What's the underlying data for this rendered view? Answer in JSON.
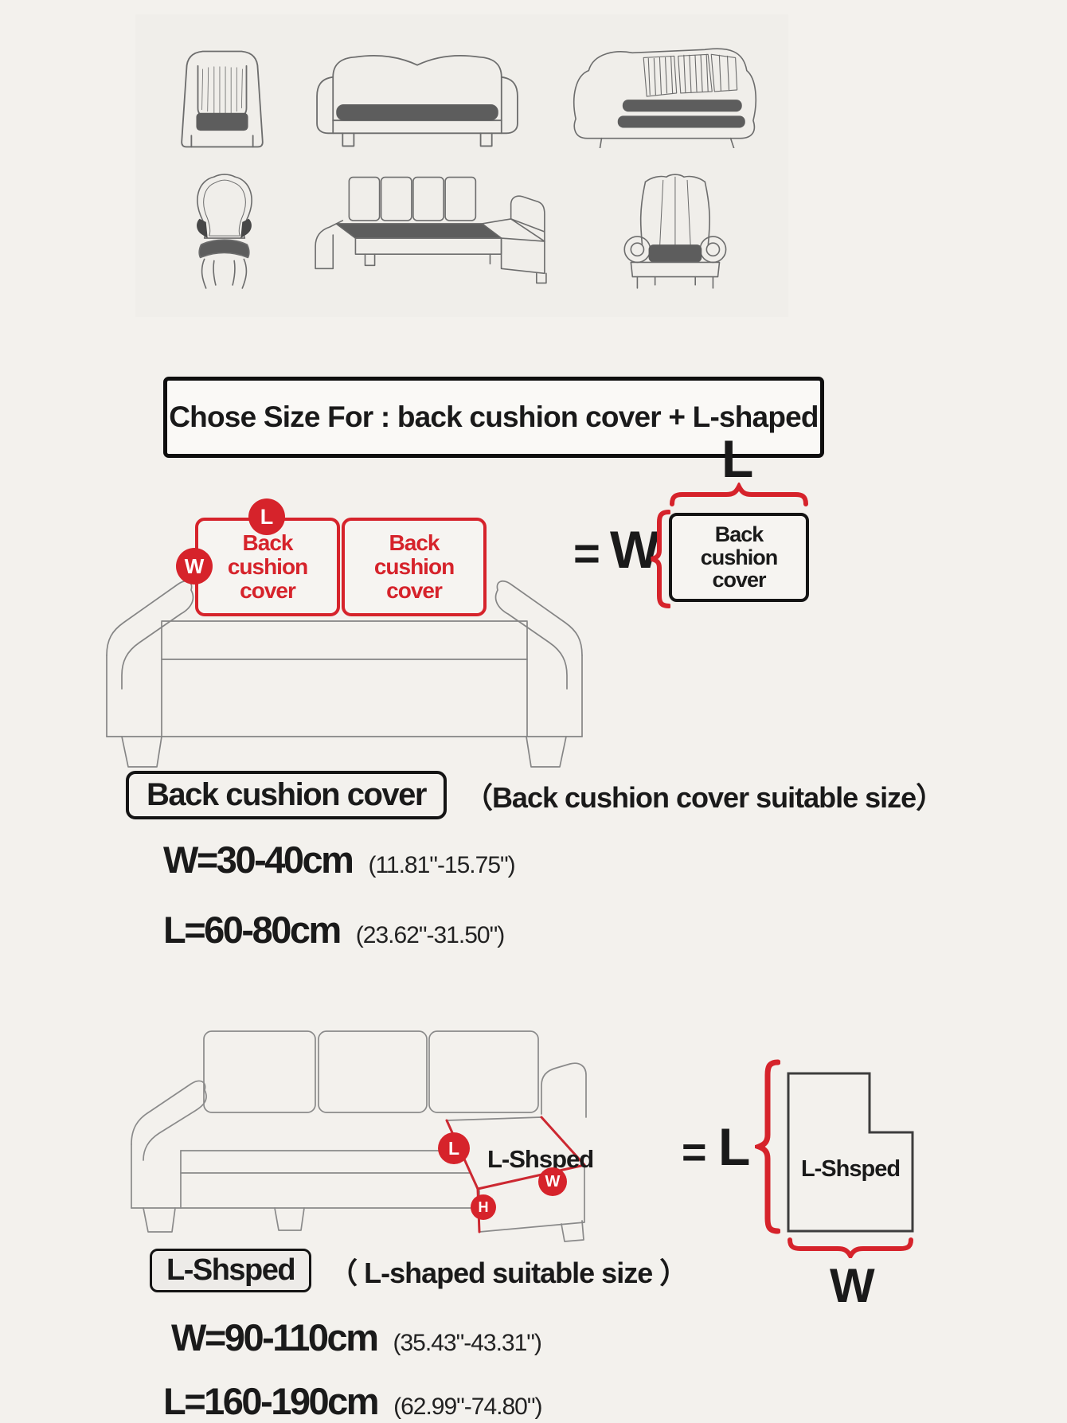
{
  "page": {
    "background": "#f3f1ed",
    "accent_red": "#d6232b",
    "ink": "#1a1a1a"
  },
  "furniture_gallery": {
    "items": [
      {
        "name": "armchair-with-cover"
      },
      {
        "name": "two-seat-sofa"
      },
      {
        "name": "curved-sofa-with-pillows"
      },
      {
        "name": "antique-chair"
      },
      {
        "name": "l-shaped-sectional-sofa"
      },
      {
        "name": "wingback-armchair"
      }
    ]
  },
  "title_banner": {
    "text": "Chose Size For : back cushion cover + L-shaped"
  },
  "back_cushion_diagram": {
    "cushions": [
      {
        "label": "Back cushion cover"
      },
      {
        "label": "Back cushion cover"
      }
    ],
    "length_badge": "L",
    "width_badge": "W",
    "equals_sign": "=",
    "width_dim_label": "W",
    "length_dim_label": "L",
    "result_box_label": "Back cushion cover"
  },
  "back_cushion_sizes": {
    "heading_box_label": "Back cushion cover",
    "heading_note": "（Back cushion cover suitable size）",
    "rows": [
      {
        "metric": "W=30-40cm",
        "inches": "(11.81\"-15.75\")"
      },
      {
        "metric": "L=60-80cm",
        "inches": "(23.62\"-31.50\")"
      }
    ]
  },
  "l_shaped_diagram": {
    "length_badge": "L",
    "height_badge": "H",
    "width_badge": "W",
    "sofa_label": "L-Shsped",
    "equals_sign": "=",
    "length_dim_label": "L",
    "width_dim_label": "W",
    "result_shape_label": "L-Shsped"
  },
  "l_shaped_sizes": {
    "heading_box_label": "L-Shsped",
    "heading_note": "（ L-shaped suitable size ）",
    "rows": [
      {
        "metric": "W=90-110cm",
        "inches": "(35.43\"-43.31\")"
      },
      {
        "metric": "L=160-190cm",
        "inches": "(62.99\"-74.80\")"
      }
    ]
  }
}
